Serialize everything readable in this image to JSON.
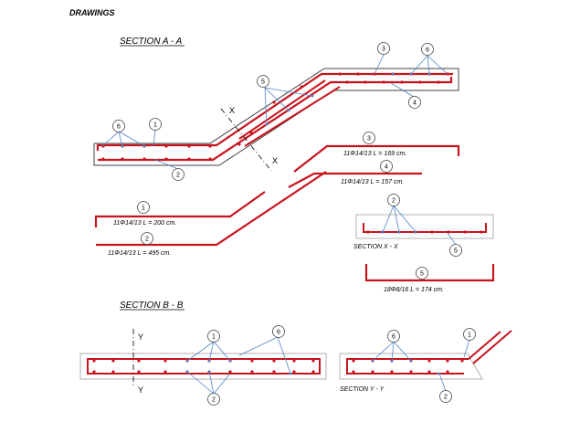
{
  "page": {
    "title": "DRAWINGS"
  },
  "sections": {
    "aa": "SECTION  A - A",
    "bb": "SECTION  B - B",
    "xx": "SECTION  X - X",
    "yy": "SECTION  Y - Y"
  },
  "cut_marks": {
    "x": "X",
    "y": "Y"
  },
  "bars": {
    "bar1": {
      "id": "1",
      "spec": "11Φ14/13   L = 200 cm."
    },
    "bar2": {
      "id": "2",
      "spec": "11Φ14/13   L = 495 cm."
    },
    "bar3": {
      "id": "3",
      "spec": "11Φ14/13   L = 169 cm."
    },
    "bar4": {
      "id": "4",
      "spec": "11Φ14/13   L = 157 cm."
    },
    "bar5": {
      "id": "5",
      "spec": "18Φ8/16   L = 174 cm."
    },
    "bar6": {
      "id": "6"
    }
  },
  "colors": {
    "rebar": "#c8141e",
    "callout": "#4f86c6",
    "outline": "#404040",
    "box": "#b0b0b0"
  }
}
